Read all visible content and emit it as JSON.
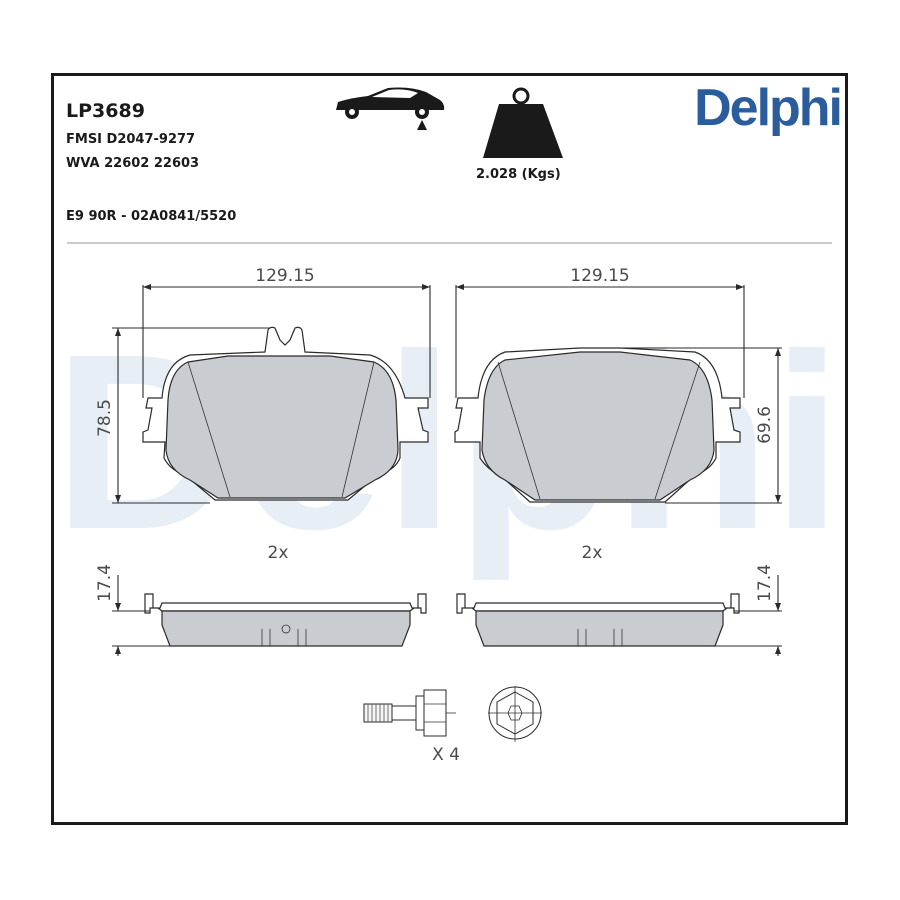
{
  "header": {
    "part_number": "LP3689",
    "fmsi": "FMSI D2047-9277",
    "wva": "WVA 22602 22603",
    "approval": "E9 90R - 02A0841/5520",
    "weight": "2.028 (Kgs)"
  },
  "brand": {
    "logo_text": "Delphi",
    "color": "#2b5d9d"
  },
  "icons": {
    "car": "car-rear-axle-icon",
    "weight": "weight-icon"
  },
  "drawing": {
    "watermark": "Delphi",
    "left_pad": {
      "width": "129.15",
      "height": "78.5",
      "quantity": "2x",
      "thickness": "17.4"
    },
    "right_pad": {
      "width": "129.15",
      "height": "69.6",
      "quantity": "2x",
      "thickness": "17.4"
    },
    "bolt_quantity": "X 4"
  }
}
